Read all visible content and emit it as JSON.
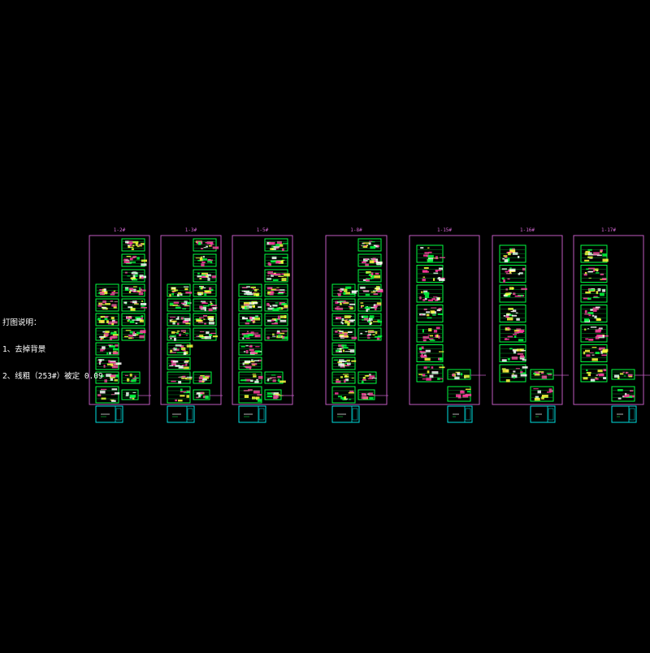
{
  "notes": {
    "title": "打图说明：",
    "items": [
      "1、去掉背景",
      "2、线粗（253#）被定 0.09"
    ]
  },
  "frames": [
    {
      "label": "1-2#"
    },
    {
      "label": "1-3#"
    },
    {
      "label": "1-5#"
    },
    {
      "label": "1-8#"
    },
    {
      "label": "1-15#"
    },
    {
      "label": "1-16#"
    },
    {
      "label": "1-17#"
    }
  ],
  "colors": {
    "background": "#000000",
    "frame": "#c05ac0",
    "sheet_border": "#00ff40",
    "title_block": "#00e0e0",
    "detail_a": "#ff3ca0",
    "detail_b": "#ffff40",
    "detail_c": "#ffffff",
    "notes_text": "#ffffff"
  }
}
